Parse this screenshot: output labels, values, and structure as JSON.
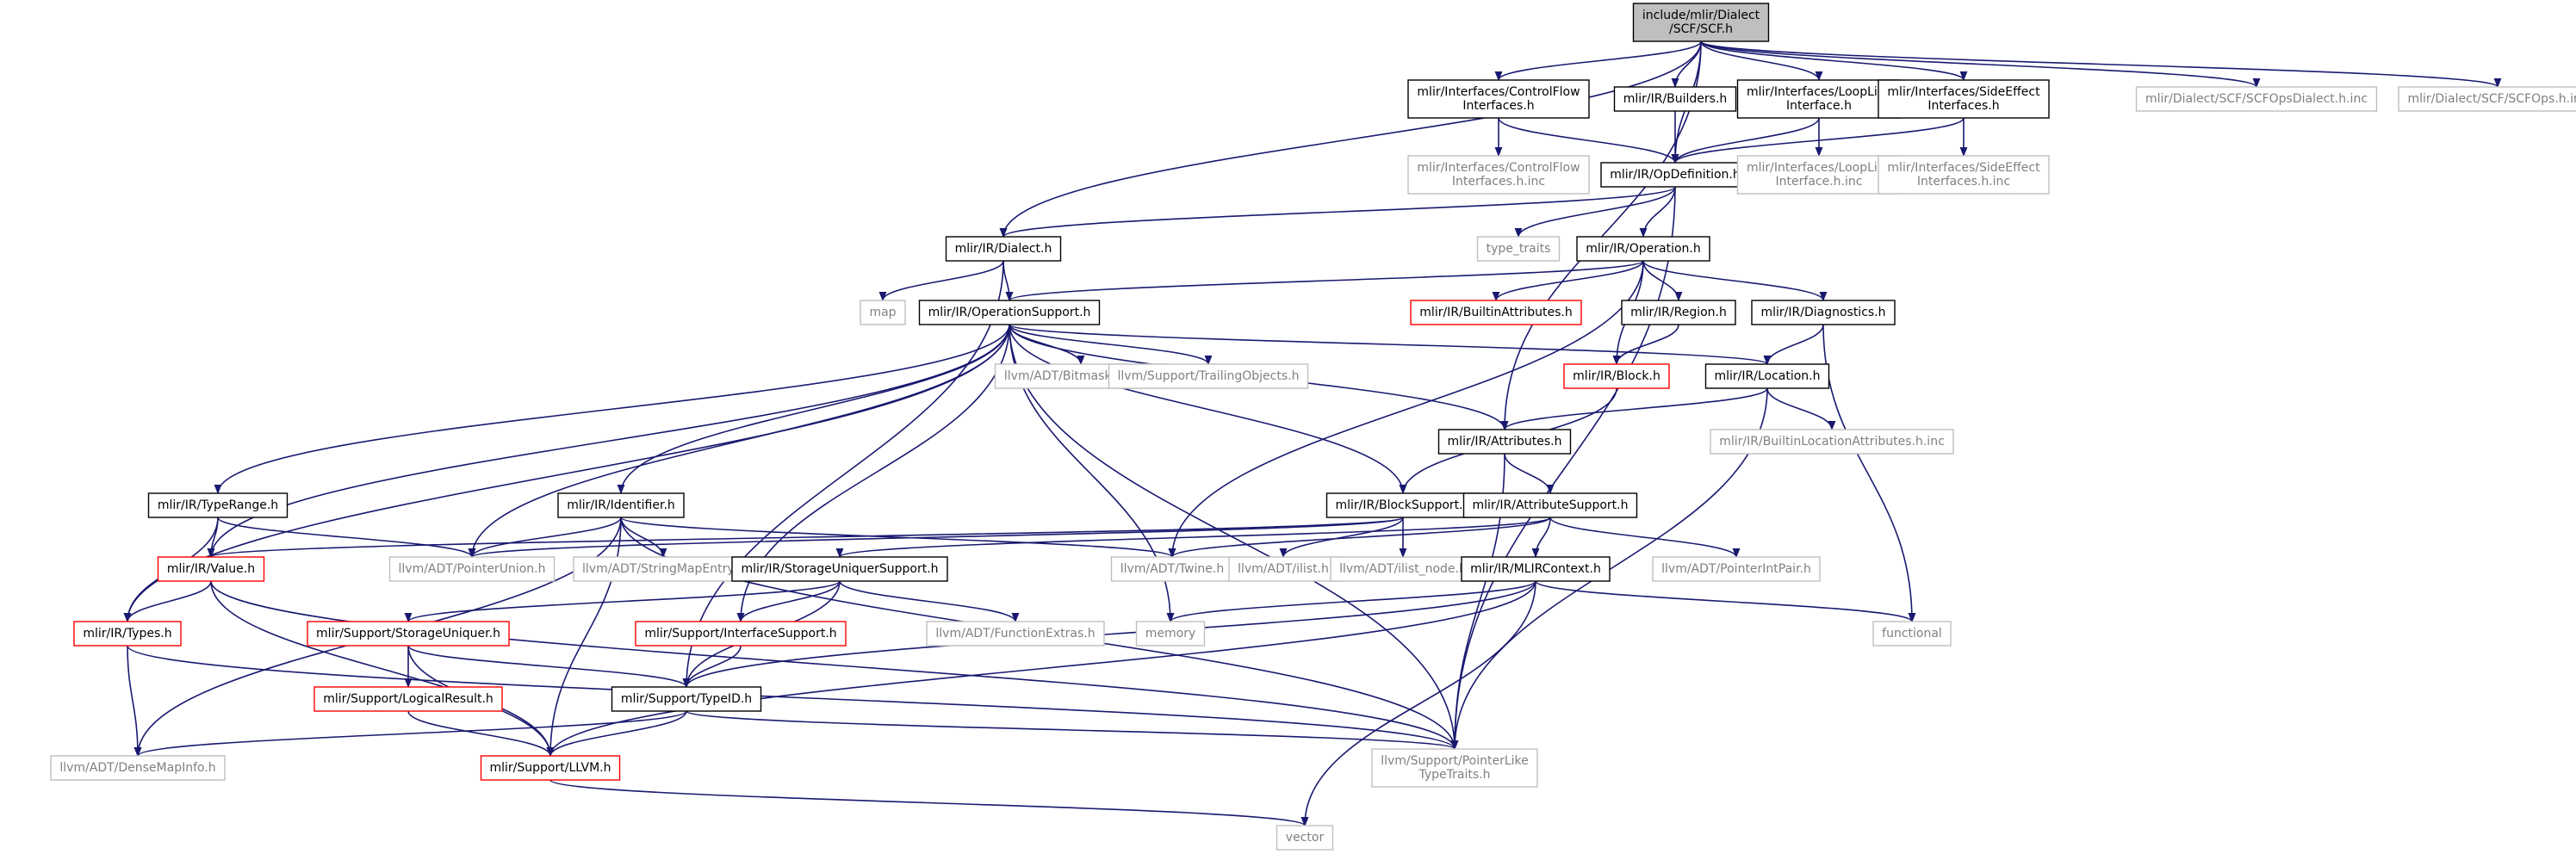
{
  "graph": {
    "nodes": [
      {
        "id": "root",
        "lines": [
          "include/mlir/Dialect",
          "/SCF/SCF.h"
        ],
        "kind": "root"
      },
      {
        "id": "cfi",
        "lines": [
          "mlir/Interfaces/ControlFlow",
          "Interfaces.h"
        ],
        "kind": "normal"
      },
      {
        "id": "builders",
        "lines": [
          "mlir/IR/Builders.h"
        ],
        "kind": "normal"
      },
      {
        "id": "lli",
        "lines": [
          "mlir/Interfaces/LoopLike",
          "Interface.h"
        ],
        "kind": "normal"
      },
      {
        "id": "sei",
        "lines": [
          "mlir/Interfaces/SideEffect",
          "Interfaces.h"
        ],
        "kind": "normal"
      },
      {
        "id": "scfdialinc",
        "lines": [
          "mlir/Dialect/SCF/SCFOpsDialect.h.inc"
        ],
        "kind": "external"
      },
      {
        "id": "scfopsinc",
        "lines": [
          "mlir/Dialect/SCF/SCFOps.h.inc"
        ],
        "kind": "external"
      },
      {
        "id": "cfiinc",
        "lines": [
          "mlir/Interfaces/ControlFlow",
          "Interfaces.h.inc"
        ],
        "kind": "external"
      },
      {
        "id": "opdef",
        "lines": [
          "mlir/IR/OpDefinition.h"
        ],
        "kind": "normal"
      },
      {
        "id": "lliinc",
        "lines": [
          "mlir/Interfaces/LoopLike",
          "Interface.h.inc"
        ],
        "kind": "external"
      },
      {
        "id": "seiinc",
        "lines": [
          "mlir/Interfaces/SideEffect",
          "Interfaces.h.inc"
        ],
        "kind": "external"
      },
      {
        "id": "dialect",
        "lines": [
          "mlir/IR/Dialect.h"
        ],
        "kind": "normal"
      },
      {
        "id": "type_traits",
        "lines": [
          "type_traits"
        ],
        "kind": "external"
      },
      {
        "id": "operation",
        "lines": [
          "mlir/IR/Operation.h"
        ],
        "kind": "normal"
      },
      {
        "id": "map",
        "lines": [
          "map"
        ],
        "kind": "external"
      },
      {
        "id": "opsupport",
        "lines": [
          "mlir/IR/OperationSupport.h"
        ],
        "kind": "normal"
      },
      {
        "id": "builtinattr",
        "lines": [
          "mlir/IR/BuiltinAttributes.h"
        ],
        "kind": "truncated"
      },
      {
        "id": "region",
        "lines": [
          "mlir/IR/Region.h"
        ],
        "kind": "normal"
      },
      {
        "id": "diagnostics",
        "lines": [
          "mlir/IR/Diagnostics.h"
        ],
        "kind": "normal"
      },
      {
        "id": "bitmask",
        "lines": [
          "llvm/ADT/BitmaskEnum.h"
        ],
        "kind": "external"
      },
      {
        "id": "trailing",
        "lines": [
          "llvm/Support/TrailingObjects.h"
        ],
        "kind": "external"
      },
      {
        "id": "block",
        "lines": [
          "mlir/IR/Block.h"
        ],
        "kind": "truncated"
      },
      {
        "id": "location",
        "lines": [
          "mlir/IR/Location.h"
        ],
        "kind": "normal"
      },
      {
        "id": "attributes",
        "lines": [
          "mlir/IR/Attributes.h"
        ],
        "kind": "normal"
      },
      {
        "id": "builtinlocinc",
        "lines": [
          "mlir/IR/BuiltinLocationAttributes.h.inc"
        ],
        "kind": "external"
      },
      {
        "id": "typerange",
        "lines": [
          "mlir/IR/TypeRange.h"
        ],
        "kind": "normal"
      },
      {
        "id": "identifier",
        "lines": [
          "mlir/IR/Identifier.h"
        ],
        "kind": "normal"
      },
      {
        "id": "blocksupport",
        "lines": [
          "mlir/IR/BlockSupport.h"
        ],
        "kind": "normal"
      },
      {
        "id": "attrsupport",
        "lines": [
          "mlir/IR/AttributeSupport.h"
        ],
        "kind": "normal"
      },
      {
        "id": "value",
        "lines": [
          "mlir/IR/Value.h"
        ],
        "kind": "truncated"
      },
      {
        "id": "pointerunion",
        "lines": [
          "llvm/ADT/PointerUnion.h"
        ],
        "kind": "external"
      },
      {
        "id": "stringmapentry",
        "lines": [
          "llvm/ADT/StringMapEntry.h"
        ],
        "kind": "external"
      },
      {
        "id": "twine",
        "lines": [
          "llvm/ADT/Twine.h"
        ],
        "kind": "external"
      },
      {
        "id": "ilist",
        "lines": [
          "llvm/ADT/ilist.h"
        ],
        "kind": "external"
      },
      {
        "id": "ilistnode",
        "lines": [
          "llvm/ADT/ilist_node.h"
        ],
        "kind": "external"
      },
      {
        "id": "storageuniquersupport",
        "lines": [
          "mlir/IR/StorageUniquerSupport.h"
        ],
        "kind": "normal"
      },
      {
        "id": "mlircontext",
        "lines": [
          "mlir/IR/MLIRContext.h"
        ],
        "kind": "normal"
      },
      {
        "id": "pointerintpair",
        "lines": [
          "llvm/ADT/PointerIntPair.h"
        ],
        "kind": "external"
      },
      {
        "id": "types",
        "lines": [
          "mlir/IR/Types.h"
        ],
        "kind": "truncated"
      },
      {
        "id": "storageuniquer",
        "lines": [
          "mlir/Support/StorageUniquer.h"
        ],
        "kind": "truncated"
      },
      {
        "id": "interfacesupport",
        "lines": [
          "mlir/Support/InterfaceSupport.h"
        ],
        "kind": "truncated"
      },
      {
        "id": "functionextras",
        "lines": [
          "llvm/ADT/FunctionExtras.h"
        ],
        "kind": "external"
      },
      {
        "id": "memory",
        "lines": [
          "memory"
        ],
        "kind": "external"
      },
      {
        "id": "functional",
        "lines": [
          "functional"
        ],
        "kind": "external"
      },
      {
        "id": "logicalresult",
        "lines": [
          "mlir/Support/LogicalResult.h"
        ],
        "kind": "truncated"
      },
      {
        "id": "typeid",
        "lines": [
          "mlir/Support/TypeID.h"
        ],
        "kind": "normal"
      },
      {
        "id": "densemapinfo",
        "lines": [
          "llvm/ADT/DenseMapInfo.h"
        ],
        "kind": "external"
      },
      {
        "id": "llvmh",
        "lines": [
          "mlir/Support/LLVM.h"
        ],
        "kind": "truncated"
      },
      {
        "id": "pointerlike",
        "lines": [
          "llvm/Support/PointerLike",
          "TypeTraits.h"
        ],
        "kind": "external"
      },
      {
        "id": "vector",
        "lines": [
          "vector"
        ],
        "kind": "external"
      }
    ],
    "edges": [
      [
        "root",
        "cfi"
      ],
      [
        "root",
        "builders"
      ],
      [
        "root",
        "lli"
      ],
      [
        "root",
        "sei"
      ],
      [
        "root",
        "scfdialinc"
      ],
      [
        "root",
        "scfopsinc"
      ],
      [
        "root",
        "opdef"
      ],
      [
        "root",
        "dialect"
      ],
      [
        "root",
        "attributes"
      ],
      [
        "cfi",
        "cfiinc"
      ],
      [
        "cfi",
        "opdef"
      ],
      [
        "builders",
        "opdef"
      ],
      [
        "lli",
        "lliinc"
      ],
      [
        "lli",
        "opdef"
      ],
      [
        "sei",
        "seiinc"
      ],
      [
        "sei",
        "opdef"
      ],
      [
        "opdef",
        "dialect"
      ],
      [
        "opdef",
        "type_traits"
      ],
      [
        "opdef",
        "operation"
      ],
      [
        "opdef",
        "pointerlike"
      ],
      [
        "dialect",
        "map"
      ],
      [
        "dialect",
        "opsupport"
      ],
      [
        "dialect",
        "typeid"
      ],
      [
        "operation",
        "opsupport"
      ],
      [
        "operation",
        "builtinattr"
      ],
      [
        "operation",
        "region"
      ],
      [
        "operation",
        "diagnostics"
      ],
      [
        "operation",
        "block"
      ],
      [
        "operation",
        "twine"
      ],
      [
        "region",
        "block"
      ],
      [
        "diagnostics",
        "location"
      ],
      [
        "diagnostics",
        "functional"
      ],
      [
        "opsupport",
        "bitmask"
      ],
      [
        "opsupport",
        "trailing"
      ],
      [
        "opsupport",
        "location"
      ],
      [
        "opsupport",
        "attributes"
      ],
      [
        "opsupport",
        "typerange"
      ],
      [
        "opsupport",
        "identifier"
      ],
      [
        "opsupport",
        "blocksupport"
      ],
      [
        "opsupport",
        "value"
      ],
      [
        "opsupport",
        "types"
      ],
      [
        "opsupport",
        "pointerunion"
      ],
      [
        "opsupport",
        "memory"
      ],
      [
        "opsupport",
        "interfacesupport"
      ],
      [
        "opsupport",
        "pointerlike"
      ],
      [
        "block",
        "blocksupport"
      ],
      [
        "location",
        "attributes"
      ],
      [
        "location",
        "builtinlocinc"
      ],
      [
        "location",
        "pointerlike"
      ],
      [
        "attributes",
        "attrsupport"
      ],
      [
        "attributes",
        "pointerlike"
      ],
      [
        "typerange",
        "value"
      ],
      [
        "typerange",
        "types"
      ],
      [
        "typerange",
        "pointerunion"
      ],
      [
        "identifier",
        "pointerunion"
      ],
      [
        "identifier",
        "stringmapentry"
      ],
      [
        "identifier",
        "twine"
      ],
      [
        "identifier",
        "densemapinfo"
      ],
      [
        "identifier",
        "llvmh"
      ],
      [
        "identifier",
        "pointerlike"
      ],
      [
        "blocksupport",
        "value"
      ],
      [
        "blocksupport",
        "pointerunion"
      ],
      [
        "blocksupport",
        "ilist"
      ],
      [
        "blocksupport",
        "ilistnode"
      ],
      [
        "attrsupport",
        "mlircontext"
      ],
      [
        "attrsupport",
        "storageuniquersupport"
      ],
      [
        "attrsupport",
        "pointerintpair"
      ],
      [
        "attrsupport",
        "twine"
      ],
      [
        "value",
        "types"
      ],
      [
        "value",
        "pointerlike"
      ],
      [
        "value",
        "llvmh"
      ],
      [
        "storageuniquersupport",
        "storageuniquer"
      ],
      [
        "storageuniquersupport",
        "interfacesupport"
      ],
      [
        "storageuniquersupport",
        "functionextras"
      ],
      [
        "storageuniquersupport",
        "typeid"
      ],
      [
        "mlircontext",
        "memory"
      ],
      [
        "mlircontext",
        "functional"
      ],
      [
        "mlircontext",
        "vector"
      ],
      [
        "mlircontext",
        "typeid"
      ],
      [
        "mlircontext",
        "llvmh"
      ],
      [
        "types",
        "densemapinfo"
      ],
      [
        "types",
        "pointerlike"
      ],
      [
        "storageuniquer",
        "logicalresult"
      ],
      [
        "storageuniquer",
        "typeid"
      ],
      [
        "storageuniquer",
        "llvmh"
      ],
      [
        "interfacesupport",
        "typeid"
      ],
      [
        "logicalresult",
        "llvmh"
      ],
      [
        "typeid",
        "densemapinfo"
      ],
      [
        "typeid",
        "llvmh"
      ],
      [
        "typeid",
        "pointerlike"
      ],
      [
        "llvmh",
        "vector"
      ]
    ]
  },
  "colors": {
    "edge": "#191970",
    "normal_border": "#000000",
    "external_border": "#bfbfbf",
    "external_text": "#808080",
    "truncated_border": "#ff0000",
    "root_fill": "#bfbfbf",
    "text": "#000000"
  }
}
